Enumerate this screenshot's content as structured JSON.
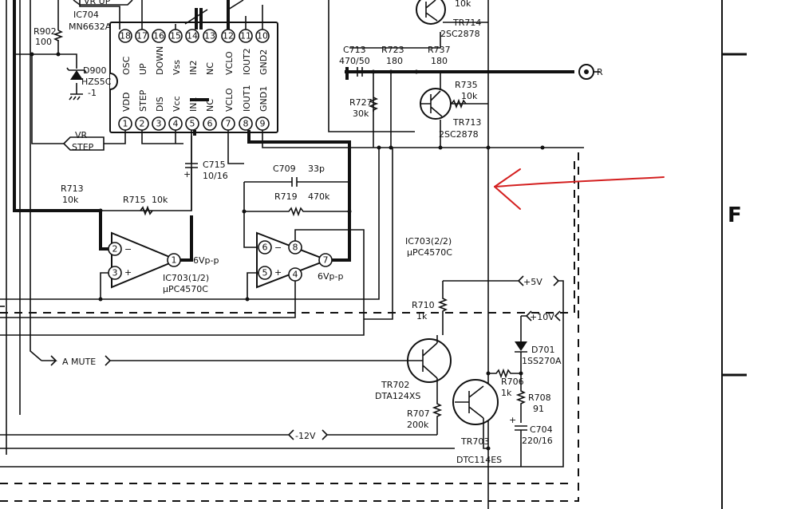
{
  "ic704": {
    "ref": "IC704",
    "part": "MN6632A",
    "top_pins": [
      {
        "num": "18",
        "name": "OSC"
      },
      {
        "num": "17",
        "name": "UP"
      },
      {
        "num": "16",
        "name": "DOWN"
      },
      {
        "num": "15",
        "name": "Vss"
      },
      {
        "num": "14",
        "name": "IN2"
      },
      {
        "num": "13",
        "name": "NC"
      },
      {
        "num": "12",
        "name": "VCLO"
      },
      {
        "num": "11",
        "name": "IOUT2"
      },
      {
        "num": "10",
        "name": "GND2"
      }
    ],
    "bottom_pins": [
      {
        "num": "1",
        "name": "VDD"
      },
      {
        "num": "2",
        "name": "STEP"
      },
      {
        "num": "3",
        "name": "DIS"
      },
      {
        "num": "4",
        "name": "Vcc"
      },
      {
        "num": "5",
        "name": "IN1"
      },
      {
        "num": "6",
        "name": "NC"
      },
      {
        "num": "7",
        "name": "VCLO"
      },
      {
        "num": "8",
        "name": "IOUT1"
      },
      {
        "num": "9",
        "name": "GND1"
      }
    ]
  },
  "ports": {
    "vr_up": "VR UP",
    "vr_step_1": "VR",
    "vr_step_2": "STEP",
    "a_mute": "A MUTE",
    "minus12v": "-12V",
    "plus5v": "+5V",
    "plus10v": "+10V",
    "r_out": "R"
  },
  "components": {
    "r902": {
      "ref": "R902",
      "value": "100"
    },
    "d900": {
      "ref": "D900",
      "value": "HZS5C",
      "suffix": "-1"
    },
    "c713": {
      "ref": "C713",
      "value": "470/50"
    },
    "r723": {
      "ref": "R723",
      "value": "180"
    },
    "r737": {
      "ref": "R737",
      "value": "180"
    },
    "r727": {
      "ref": "R727",
      "value": "30k"
    },
    "r735": {
      "ref": "R735",
      "value": "10k"
    },
    "r_top": {
      "value": "10k"
    },
    "tr714": {
      "ref": "TR714",
      "part": "2SC2878"
    },
    "tr713": {
      "ref": "TR713",
      "part": "2SC2878"
    },
    "c715": {
      "ref": "C715",
      "value": "10/16"
    },
    "c709": {
      "ref": "C709",
      "value": "33p"
    },
    "r719": {
      "ref": "R719",
      "value": "470k"
    },
    "r713": {
      "ref": "R713",
      "value": "10k"
    },
    "r715": {
      "ref": "R715",
      "value": "10k"
    },
    "ic703a": {
      "ref": "IC703(1/2)",
      "part": "µPC4570C",
      "vpp": "6Vp-p"
    },
    "ic703b": {
      "ref": "IC703(2/2)",
      "part": "µPC4570C",
      "vpp": "6Vp-p"
    },
    "r710": {
      "ref": "R710",
      "value": "1k"
    },
    "tr702": {
      "ref": "TR702",
      "part": "DTA124XS"
    },
    "r707": {
      "ref": "R707",
      "value": "200k"
    },
    "tr703": {
      "ref": "TR703",
      "part": "DTC114ES"
    },
    "r706": {
      "ref": "R706",
      "value": "1k"
    },
    "r708": {
      "ref": "R708",
      "value": "91"
    },
    "d701": {
      "ref": "D701",
      "value": "1SS270A"
    },
    "c704": {
      "ref": "C704",
      "value": "220/16"
    }
  },
  "opamp_pins": {
    "a": [
      "2",
      "3",
      "1"
    ],
    "b": [
      "6",
      "5",
      "8",
      "7",
      "4"
    ]
  },
  "grid": {
    "zone": "F"
  },
  "annotation": {
    "arrow_color": "#d42020"
  }
}
